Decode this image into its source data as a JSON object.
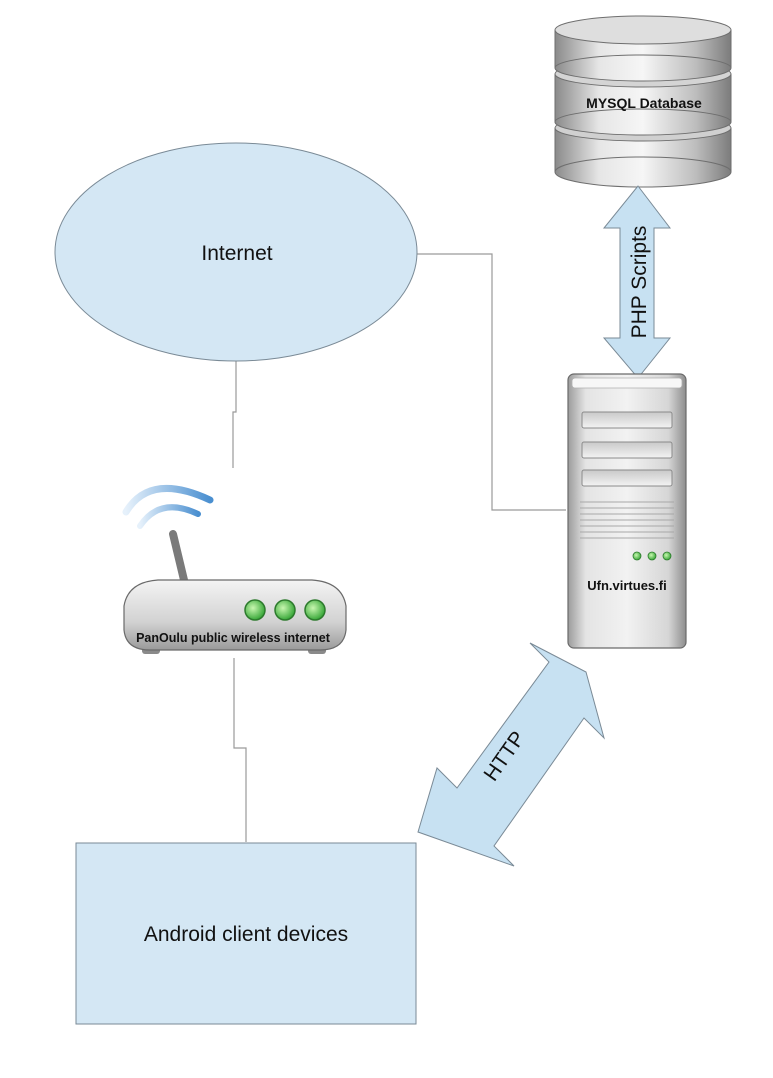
{
  "nodes": {
    "internet": {
      "label": "Internet"
    },
    "database": {
      "label": "MYSQL Database"
    },
    "server": {
      "label": "Ufn.virtues.fi"
    },
    "router": {
      "label": "PanOulu public wireless internet"
    },
    "clients": {
      "label": "Android client devices"
    }
  },
  "links": {
    "php": {
      "label": "PHP Scripts"
    },
    "http": {
      "label": "HTTP"
    }
  },
  "colors": {
    "shape_fill": "#d4e7f4",
    "shape_stroke": "#7a8a96",
    "arrow_fill": "#c7e1f2",
    "connector": "#9a9a9a"
  }
}
